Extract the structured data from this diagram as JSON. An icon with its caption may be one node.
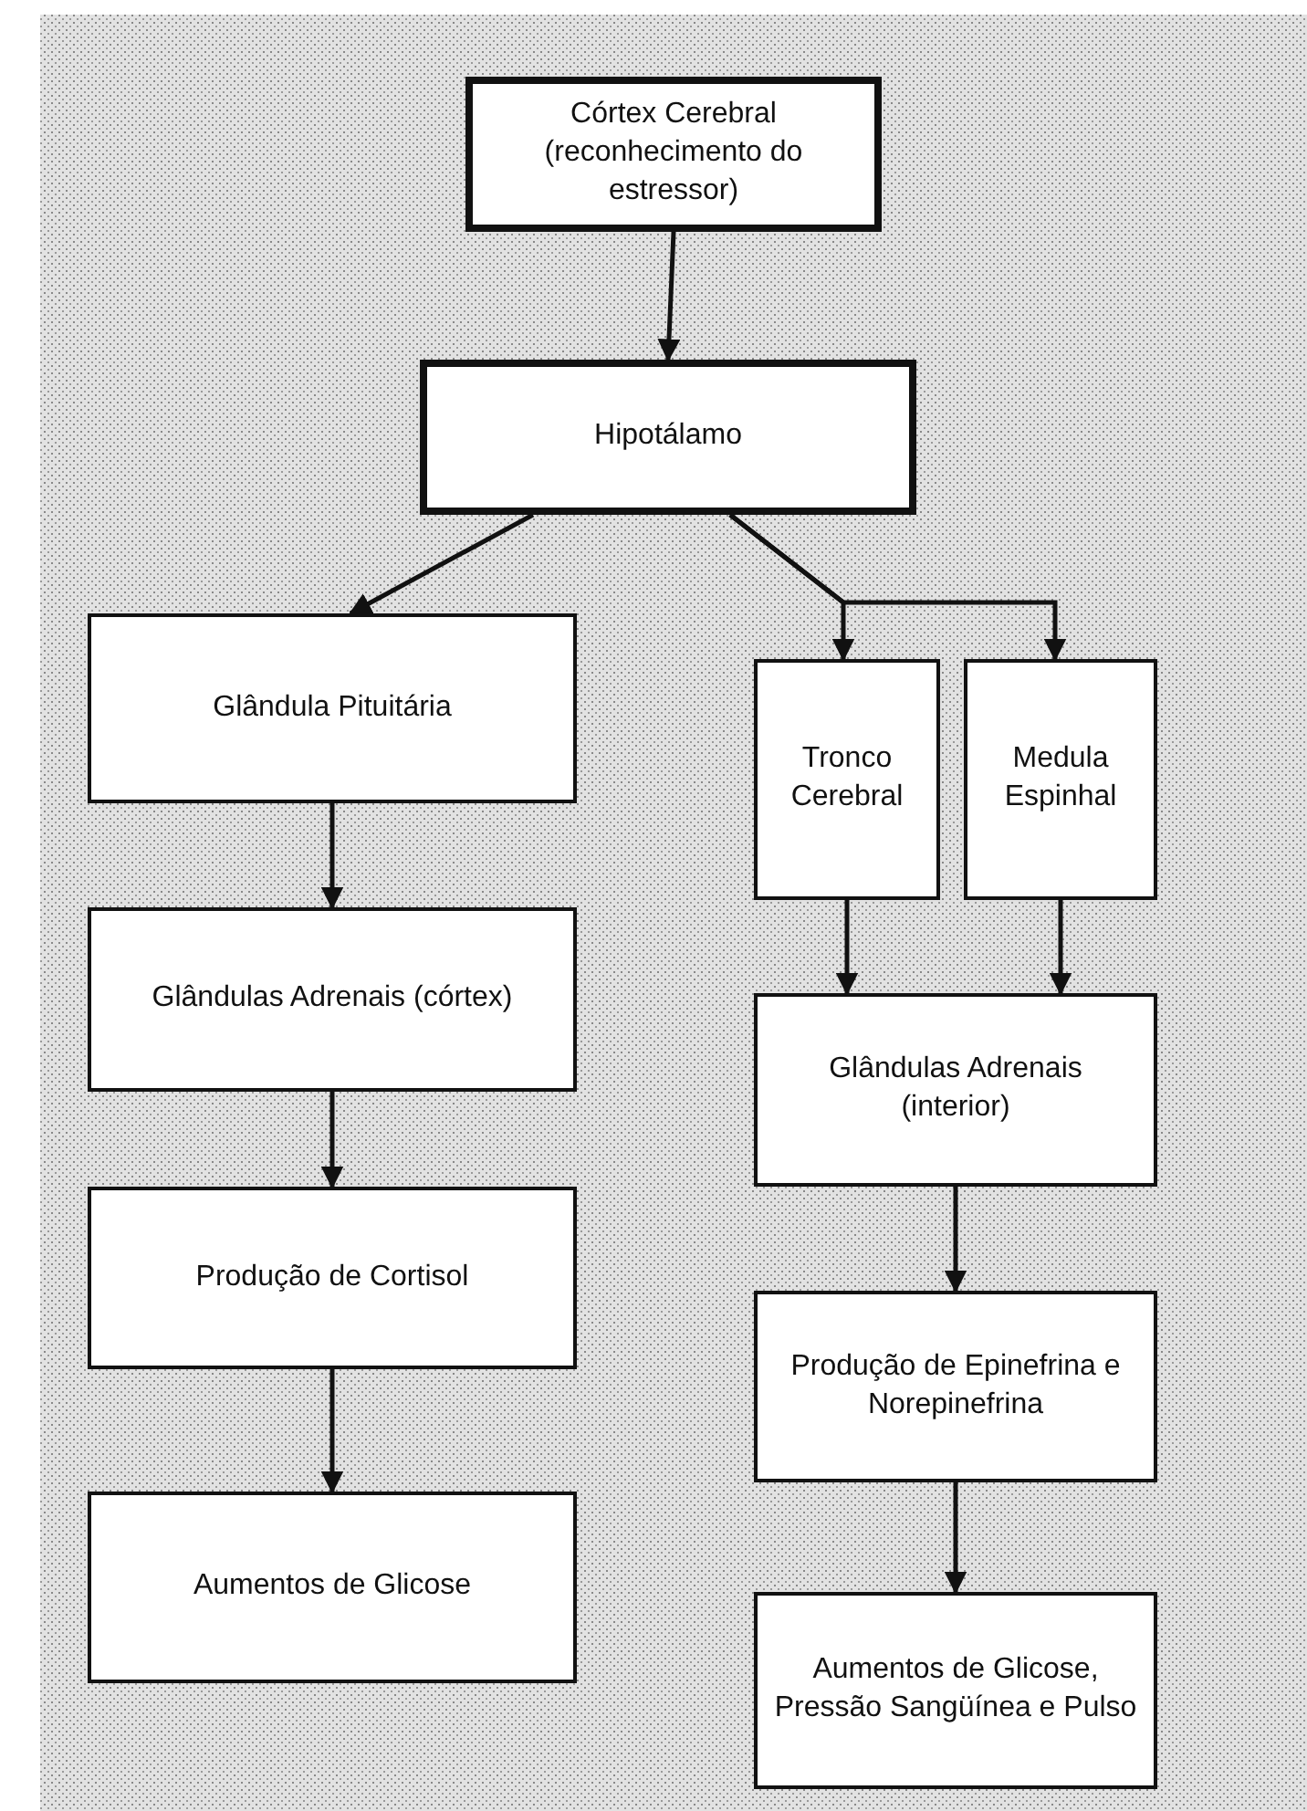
{
  "diagram": {
    "nodes": [
      {
        "text": [
          "Córtex Cerebral (reconhecimento do estressor)"
        ]
      },
      {
        "text": [
          "Hipotálamo"
        ]
      },
      {
        "text": [
          "Glândula Pituitária"
        ]
      },
      {
        "text": [
          "Tronco Cerebral"
        ]
      },
      {
        "text": [
          "Medula Espinhal"
        ]
      },
      {
        "text": [
          "Glândulas Adrenais (córtex)"
        ]
      },
      {
        "text": [
          "Glândulas Adrenais (interior)"
        ]
      },
      {
        "text": [
          "Produção de Cortisol"
        ]
      },
      {
        "text": [
          "Produção de Epinefrina e Norepinefrina"
        ]
      },
      {
        "text": [
          "Aumentos de Glicose"
        ]
      },
      {
        "text": [
          "Aumentos de Glicose, Pressão Sangüínea e Pulso"
        ]
      }
    ],
    "edges": [
      {
        "from": 0,
        "to": 1,
        "arrow": "to"
      },
      {
        "from": 1,
        "to": 2,
        "arrow": "to"
      },
      {
        "from": 1,
        "to": 3,
        "arrow": "to"
      },
      {
        "from": 1,
        "to": 4,
        "arrow": "to"
      },
      {
        "from": 2,
        "to": 5,
        "arrow": "to"
      },
      {
        "from": 3,
        "to": 6,
        "arrow": "to"
      },
      {
        "from": 4,
        "to": 6,
        "arrow": "to"
      },
      {
        "from": 5,
        "to": 7,
        "arrow": "to"
      },
      {
        "from": 6,
        "to": 8,
        "arrow": "to"
      },
      {
        "from": 7,
        "to": 9,
        "arrow": "to"
      },
      {
        "from": 8,
        "to": 10,
        "arrow": "to"
      }
    ]
  }
}
